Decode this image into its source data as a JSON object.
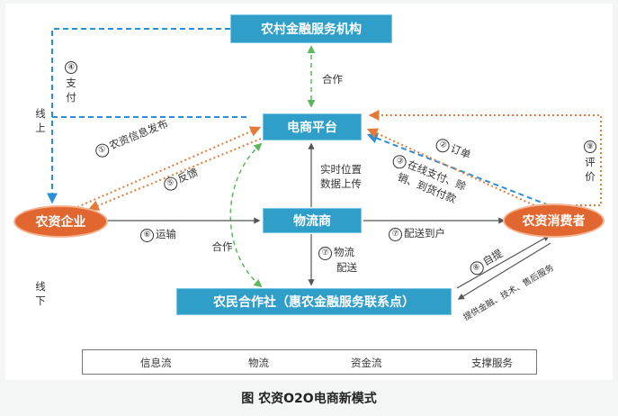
{
  "nodes": {
    "finance_org": "农村金融服务机构",
    "platform": "电商平台",
    "logistics": "物流商",
    "enterprise": "农资企业",
    "consumer": "农资消费者",
    "coop": "农民合作社（惠农金融服务联系点）"
  },
  "labels": {
    "cooperation_top": "合作",
    "online": "线上",
    "offline": "线下",
    "n4": "④",
    "pay": "支付",
    "n1": "①",
    "info_publish": "农资信息发布",
    "n5": "⑤",
    "feedback": "反馈",
    "n2": "②",
    "order": "订单",
    "n3": "③",
    "online_payment_1": "在线支付、赊",
    "online_payment_2": "销、到货付款",
    "n9": "⑨",
    "evaluate": "评价",
    "realtime_1": "实时位置",
    "realtime_2": "数据上传",
    "n6": "⑥",
    "transport": "运输",
    "n7a": "⑦",
    "delivery_1": "物流",
    "delivery_2": "配送",
    "n7b": "⑦",
    "deliver_home": "配送到户",
    "cooperation_left": "合作",
    "n8": "⑧",
    "self_pickup": "自提",
    "services": "提供金融、技术、售后服务"
  },
  "legend": {
    "info_flow": "信息流",
    "goods_flow": "物流",
    "capital_flow": "资金流",
    "support": "支撑服务"
  },
  "caption": "图  农资O2O电商新模式",
  "colors": {
    "node_blue": "#2f9ec8",
    "node_orange": "#e2662f",
    "info_flow": "#e27b3a",
    "goods_flow": "#555555",
    "capital_flow": "#2b8fd6",
    "support": "#5cb85c"
  }
}
